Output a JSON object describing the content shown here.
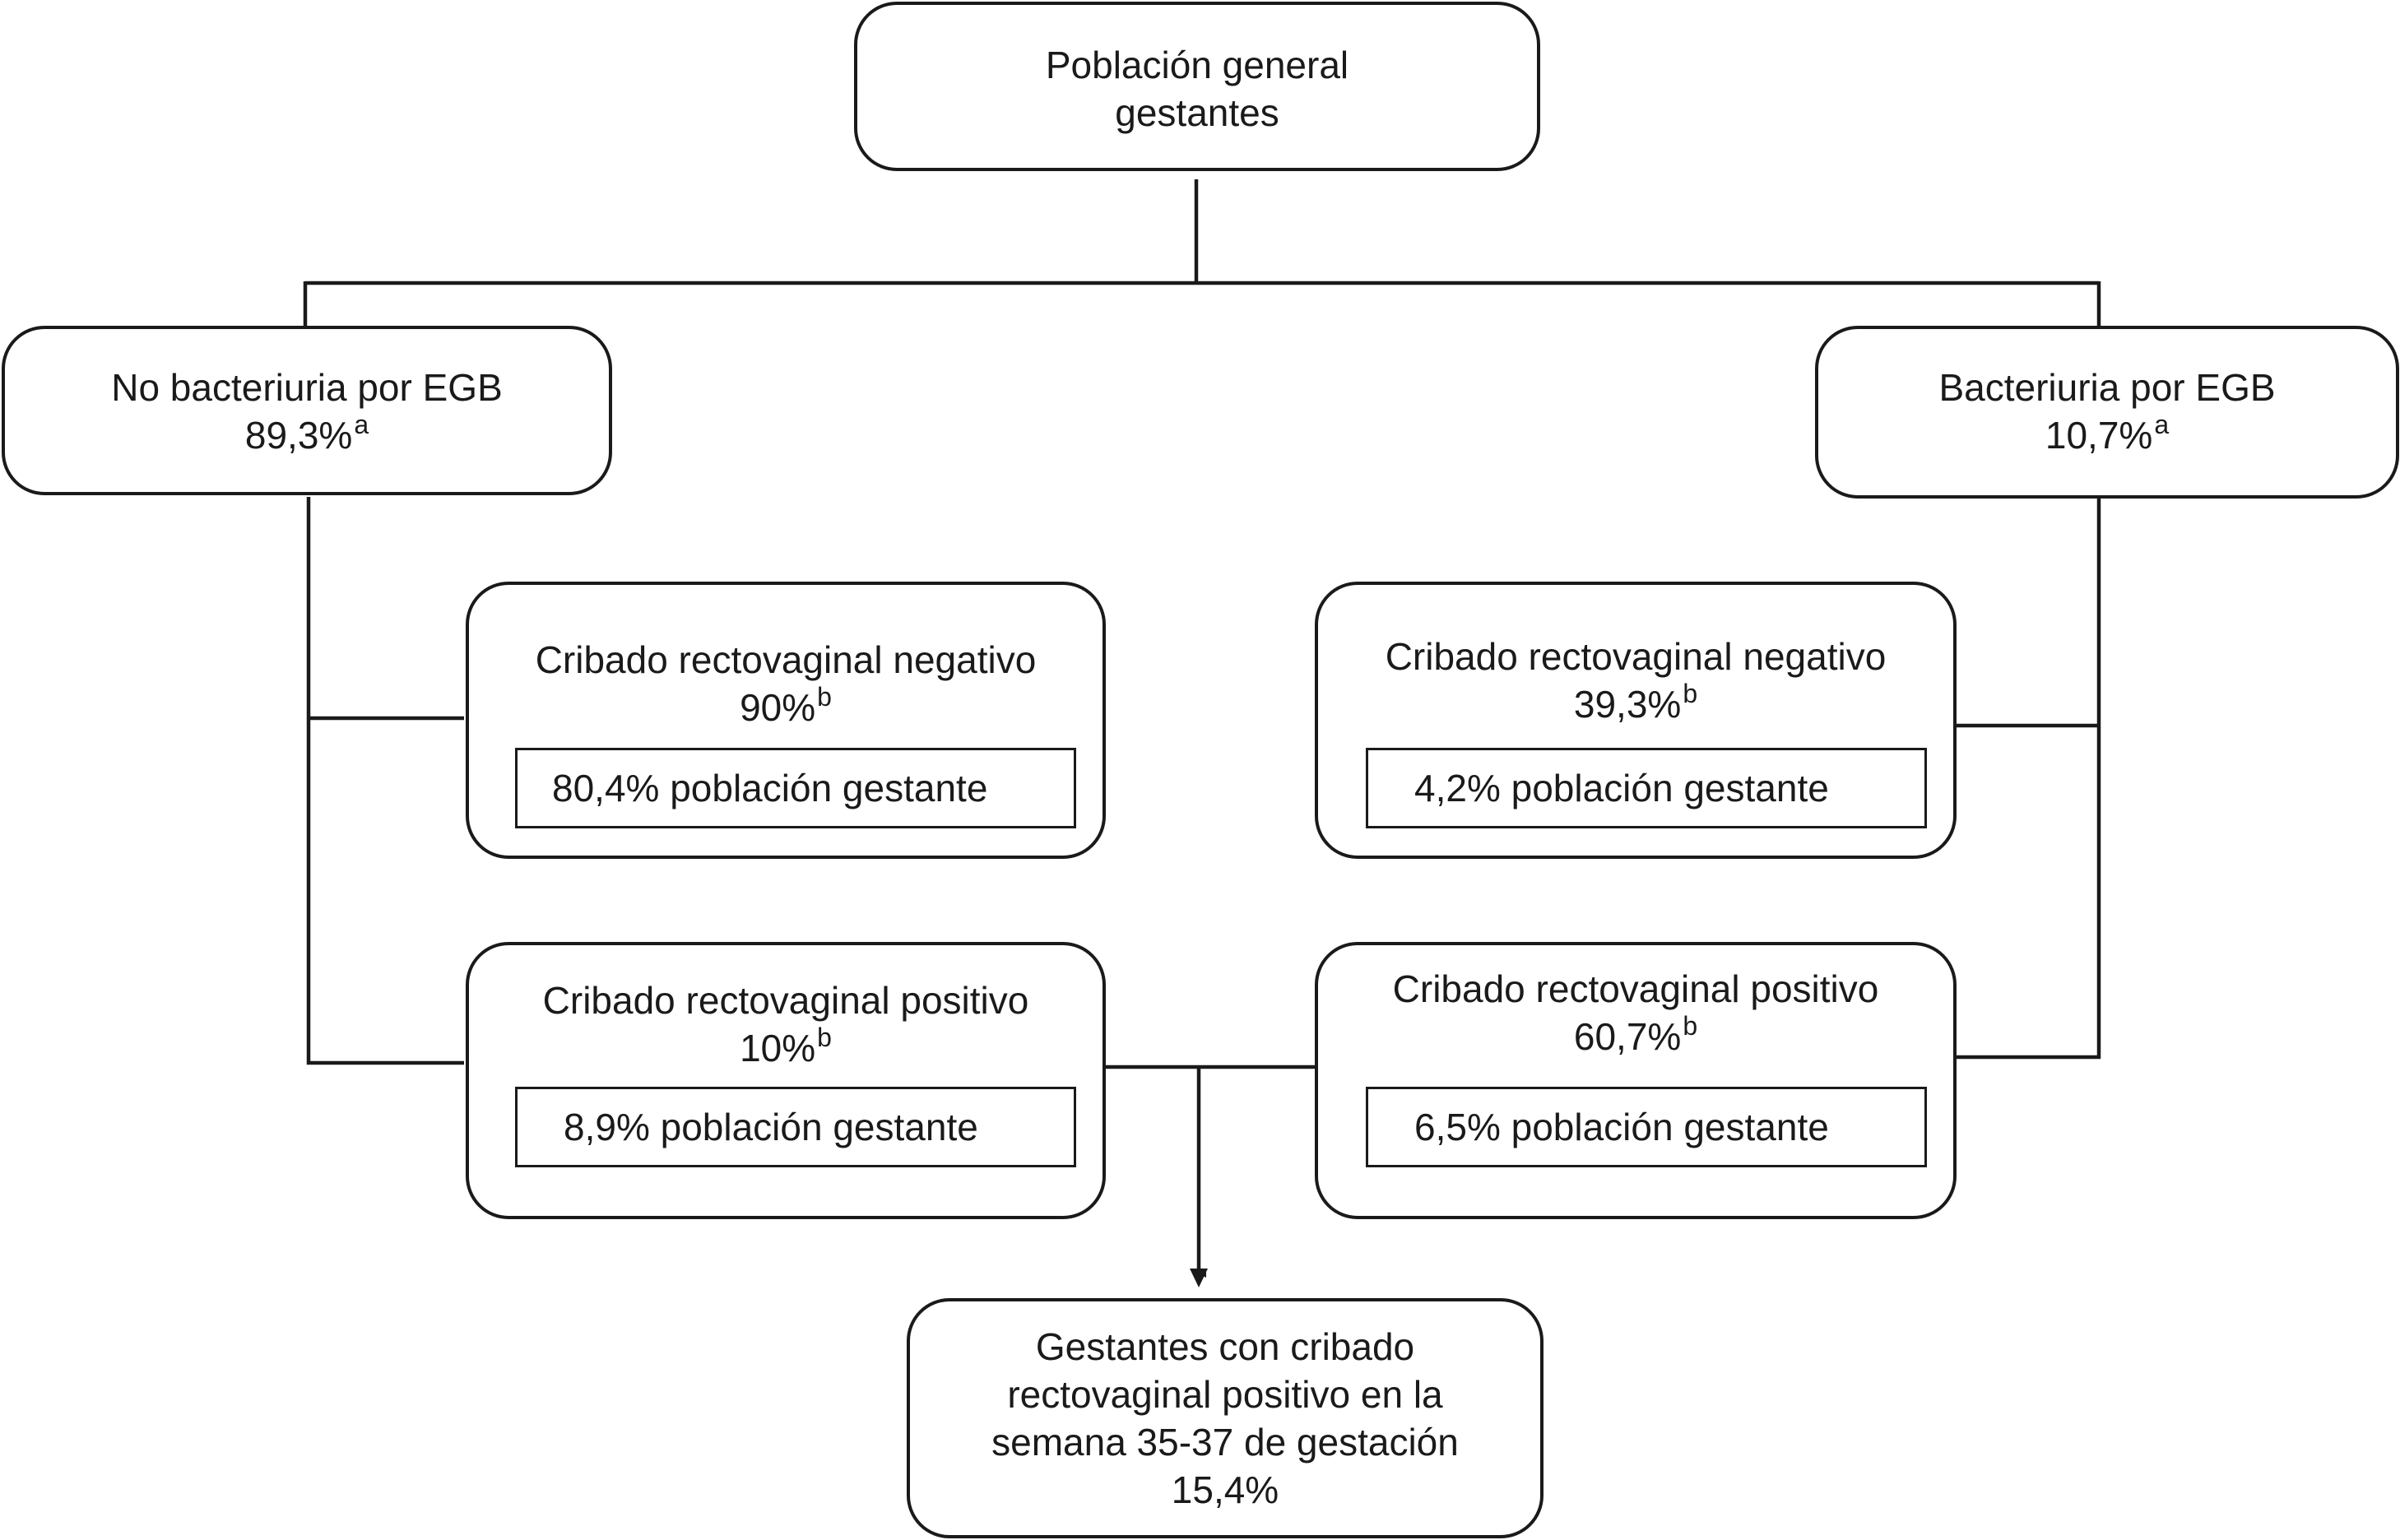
{
  "root": {
    "line1": "Población general",
    "line2": "gestantes"
  },
  "no_bacteriuria": {
    "label": "No bacteriuria por EGB",
    "percent": "89,3%",
    "note": "a"
  },
  "bacteriuria": {
    "label": "Bacteriuria por EGB",
    "percent": "10,7%",
    "note": "a"
  },
  "left_negative": {
    "label": "Cribado rectovaginal negativo",
    "percent": "90%",
    "note": "b",
    "population": "80,4% población gestante"
  },
  "left_positive": {
    "label": "Cribado rectovaginal positivo",
    "percent": "10%",
    "note": "b",
    "population": "8,9% población gestante"
  },
  "right_negative": {
    "label": "Cribado rectovaginal negativo",
    "percent": "39,3%",
    "note": "b",
    "population": "4,2% población gestante"
  },
  "right_positive": {
    "label": "Cribado rectovaginal positivo",
    "percent": "60,7%",
    "note": "b",
    "population": "6,5% población gestante"
  },
  "result": {
    "line1": "Gestantes con cribado",
    "line2": "rectovaginal positivo en la",
    "line3": "semana 35-37 de gestación",
    "value": "15,4%"
  }
}
